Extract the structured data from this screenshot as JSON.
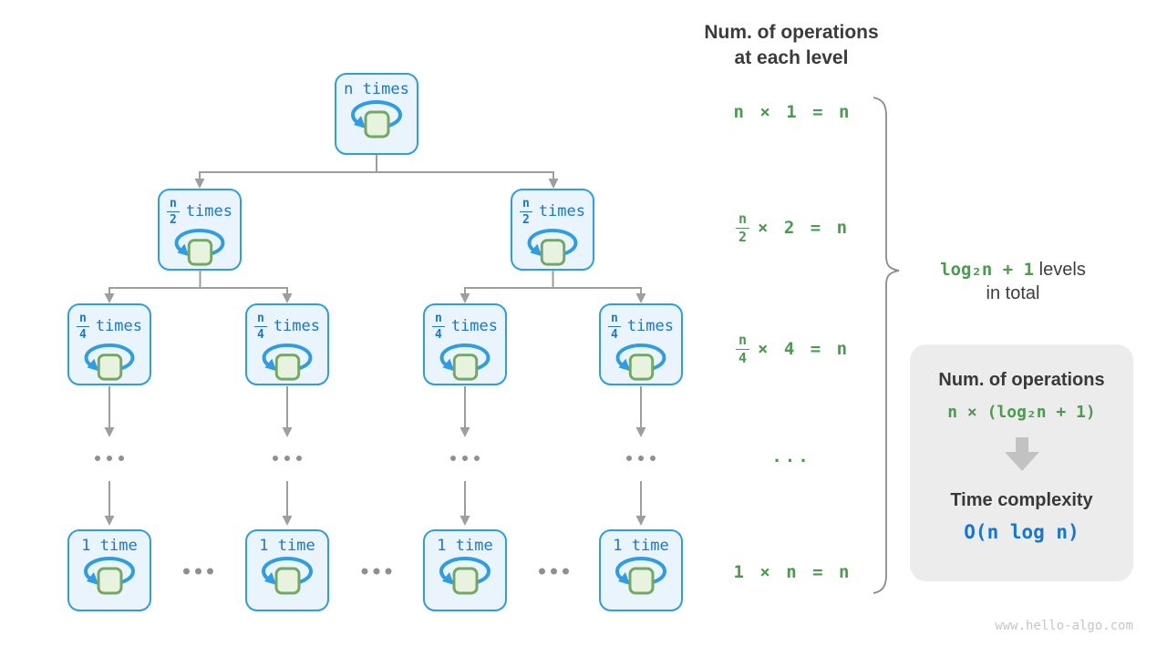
{
  "header": {
    "line1": "Num. of operations",
    "line2": "at each level"
  },
  "tree": {
    "level1": {
      "label": "n times"
    },
    "level2": {
      "num": "n",
      "den": "2",
      "suffix": "times"
    },
    "level3": {
      "num": "n",
      "den": "4",
      "suffix": "times"
    },
    "level4": {
      "label": "1 time"
    }
  },
  "formulas": {
    "row1": {
      "text": "n × 1 = n"
    },
    "row2": {
      "num": "n",
      "den": "2",
      "rest": "× 2 = n"
    },
    "row3": {
      "num": "n",
      "den": "4",
      "rest": "× 4 = n"
    },
    "dots": "...",
    "row5": {
      "text": "1 × n = n"
    }
  },
  "brace": {
    "green": "log₂n + 1",
    "levels": " levels",
    "total": "in total"
  },
  "panel": {
    "title": "Num. of operations",
    "formula": "n × (log₂n + 1)",
    "subtitle": "Time complexity",
    "complexity": "O(n log n)"
  },
  "watermark": "www.hello-algo.com",
  "colors": {
    "node_border": "#2f9de3",
    "node_bg": "#e9f4fc",
    "node_text": "#1b76cc",
    "loop_square_bg": "#e7f2df",
    "loop_square_border": "#74a862",
    "formula_green": "#4a9b4e",
    "complexity_blue": "#1576d2",
    "connector_gray": "#9e9e9e",
    "panel_bg": "#ececec",
    "dark_text": "#3b3b3b"
  }
}
